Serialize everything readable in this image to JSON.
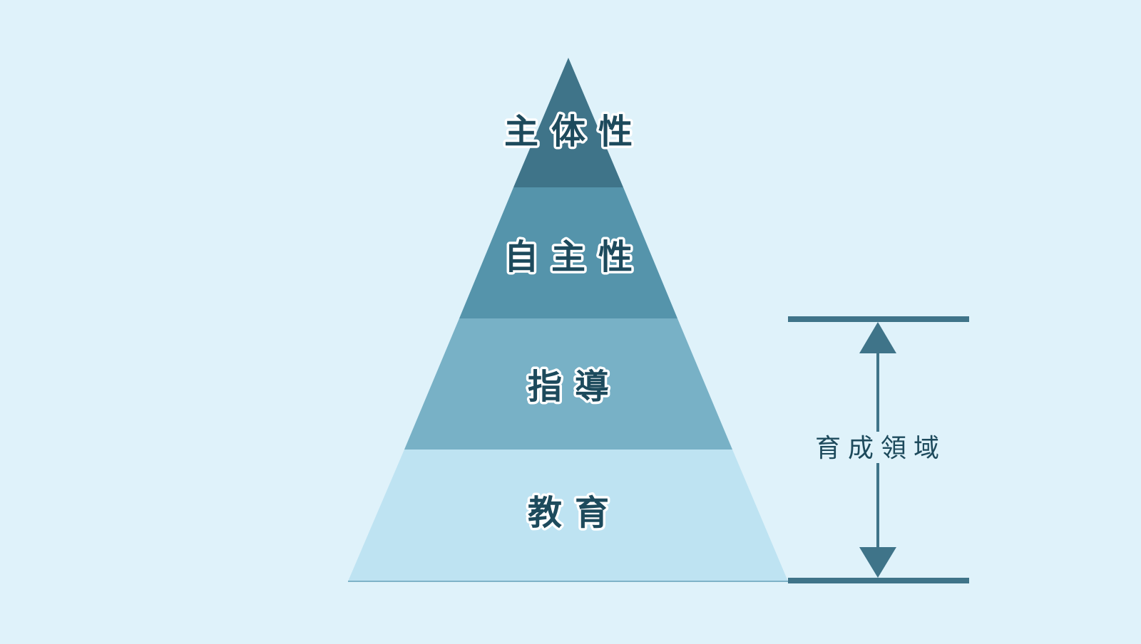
{
  "pyramid": {
    "levels": [
      {
        "label": "主体性",
        "color": "#3f7489"
      },
      {
        "label": "自主性",
        "color": "#5594ab"
      },
      {
        "label": "指導",
        "color": "#78b1c6"
      },
      {
        "label": "教育",
        "color": "#bee3f2"
      }
    ]
  },
  "bracket": {
    "label": "育成領域",
    "color": "#3f7489"
  },
  "colors": {
    "background": "#dff2fa",
    "text": "#1d4a5c"
  }
}
